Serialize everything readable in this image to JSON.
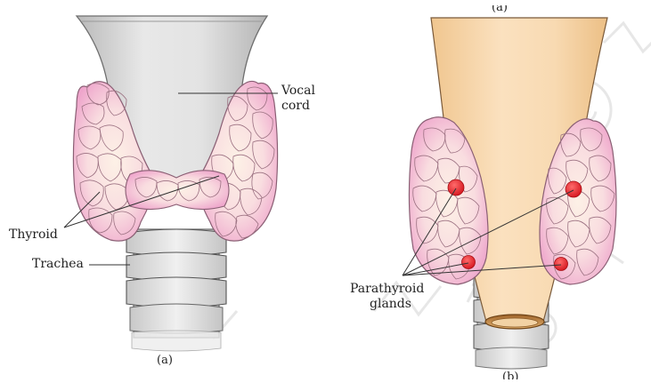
{
  "panel_a": {
    "caption": "(a)",
    "labels": {
      "vocal_cord_1": "Vocal",
      "vocal_cord_2": "cord",
      "thyroid": "Thyroid",
      "trachea": "Trachea"
    }
  },
  "panel_b": {
    "caption": "(b)",
    "labels": {
      "parathyroid_1": "Parathyroid",
      "parathyroid_2": "glands"
    }
  },
  "top_fragment": "(a)",
  "colors": {
    "larynx_a": "#cfcfcf",
    "larynx_b": "#f5cf9c",
    "thyroid_outer": "#f1b7d6",
    "thyroid_inner": "#fbe7e3",
    "parathyroid": "#e3202a",
    "trachea": "#e2e2e2",
    "outline": "#555555",
    "watermark": "#cccccc"
  },
  "watermark_icon": "copyright-icon"
}
